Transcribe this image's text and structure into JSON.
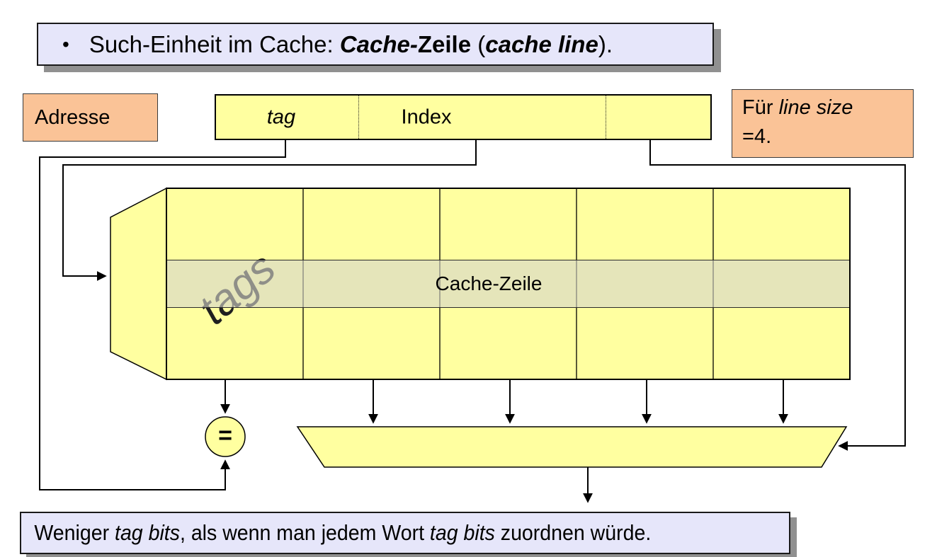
{
  "title": {
    "bullet": "•",
    "segments": [
      {
        "t": "Such-Einheit im Cache: "
      },
      {
        "t": "Cache-",
        "b": true,
        "i": true
      },
      {
        "t": "Zeile",
        "b": true
      },
      {
        "t": " ("
      },
      {
        "t": "cache line",
        "b": true,
        "i": true
      },
      {
        "t": ")."
      }
    ]
  },
  "address_label": "Adresse",
  "address_bar": {
    "fields": [
      {
        "label": "tag",
        "italic": true
      },
      {
        "label": "Index",
        "italic": false
      },
      {
        "label": "",
        "italic": false
      }
    ]
  },
  "line_size_note": {
    "line1_segments": [
      {
        "t": "Für "
      },
      {
        "t": "line size",
        "i": true
      }
    ],
    "line2": "=4."
  },
  "cache": {
    "tags_label": "tags",
    "line_label": "Cache-Zeile",
    "comparator_symbol": "="
  },
  "bottom_note": {
    "segments": [
      {
        "t": "Weniger "
      },
      {
        "t": "tag bits",
        "i": true
      },
      {
        "t": ", als wenn man jedem Wort "
      },
      {
        "t": "tag bits",
        "i": true
      },
      {
        "t": " zuordnen würde."
      }
    ]
  },
  "colors": {
    "slide_background": "#FFFFFF",
    "text_box_fill": "#E6E6FA",
    "note_box_fill": "#FAC397",
    "diagram_fill": "#FFFFA0",
    "highlight_row_fill": "#E8E8C1",
    "shadow": "#909090",
    "line": "#000000"
  }
}
